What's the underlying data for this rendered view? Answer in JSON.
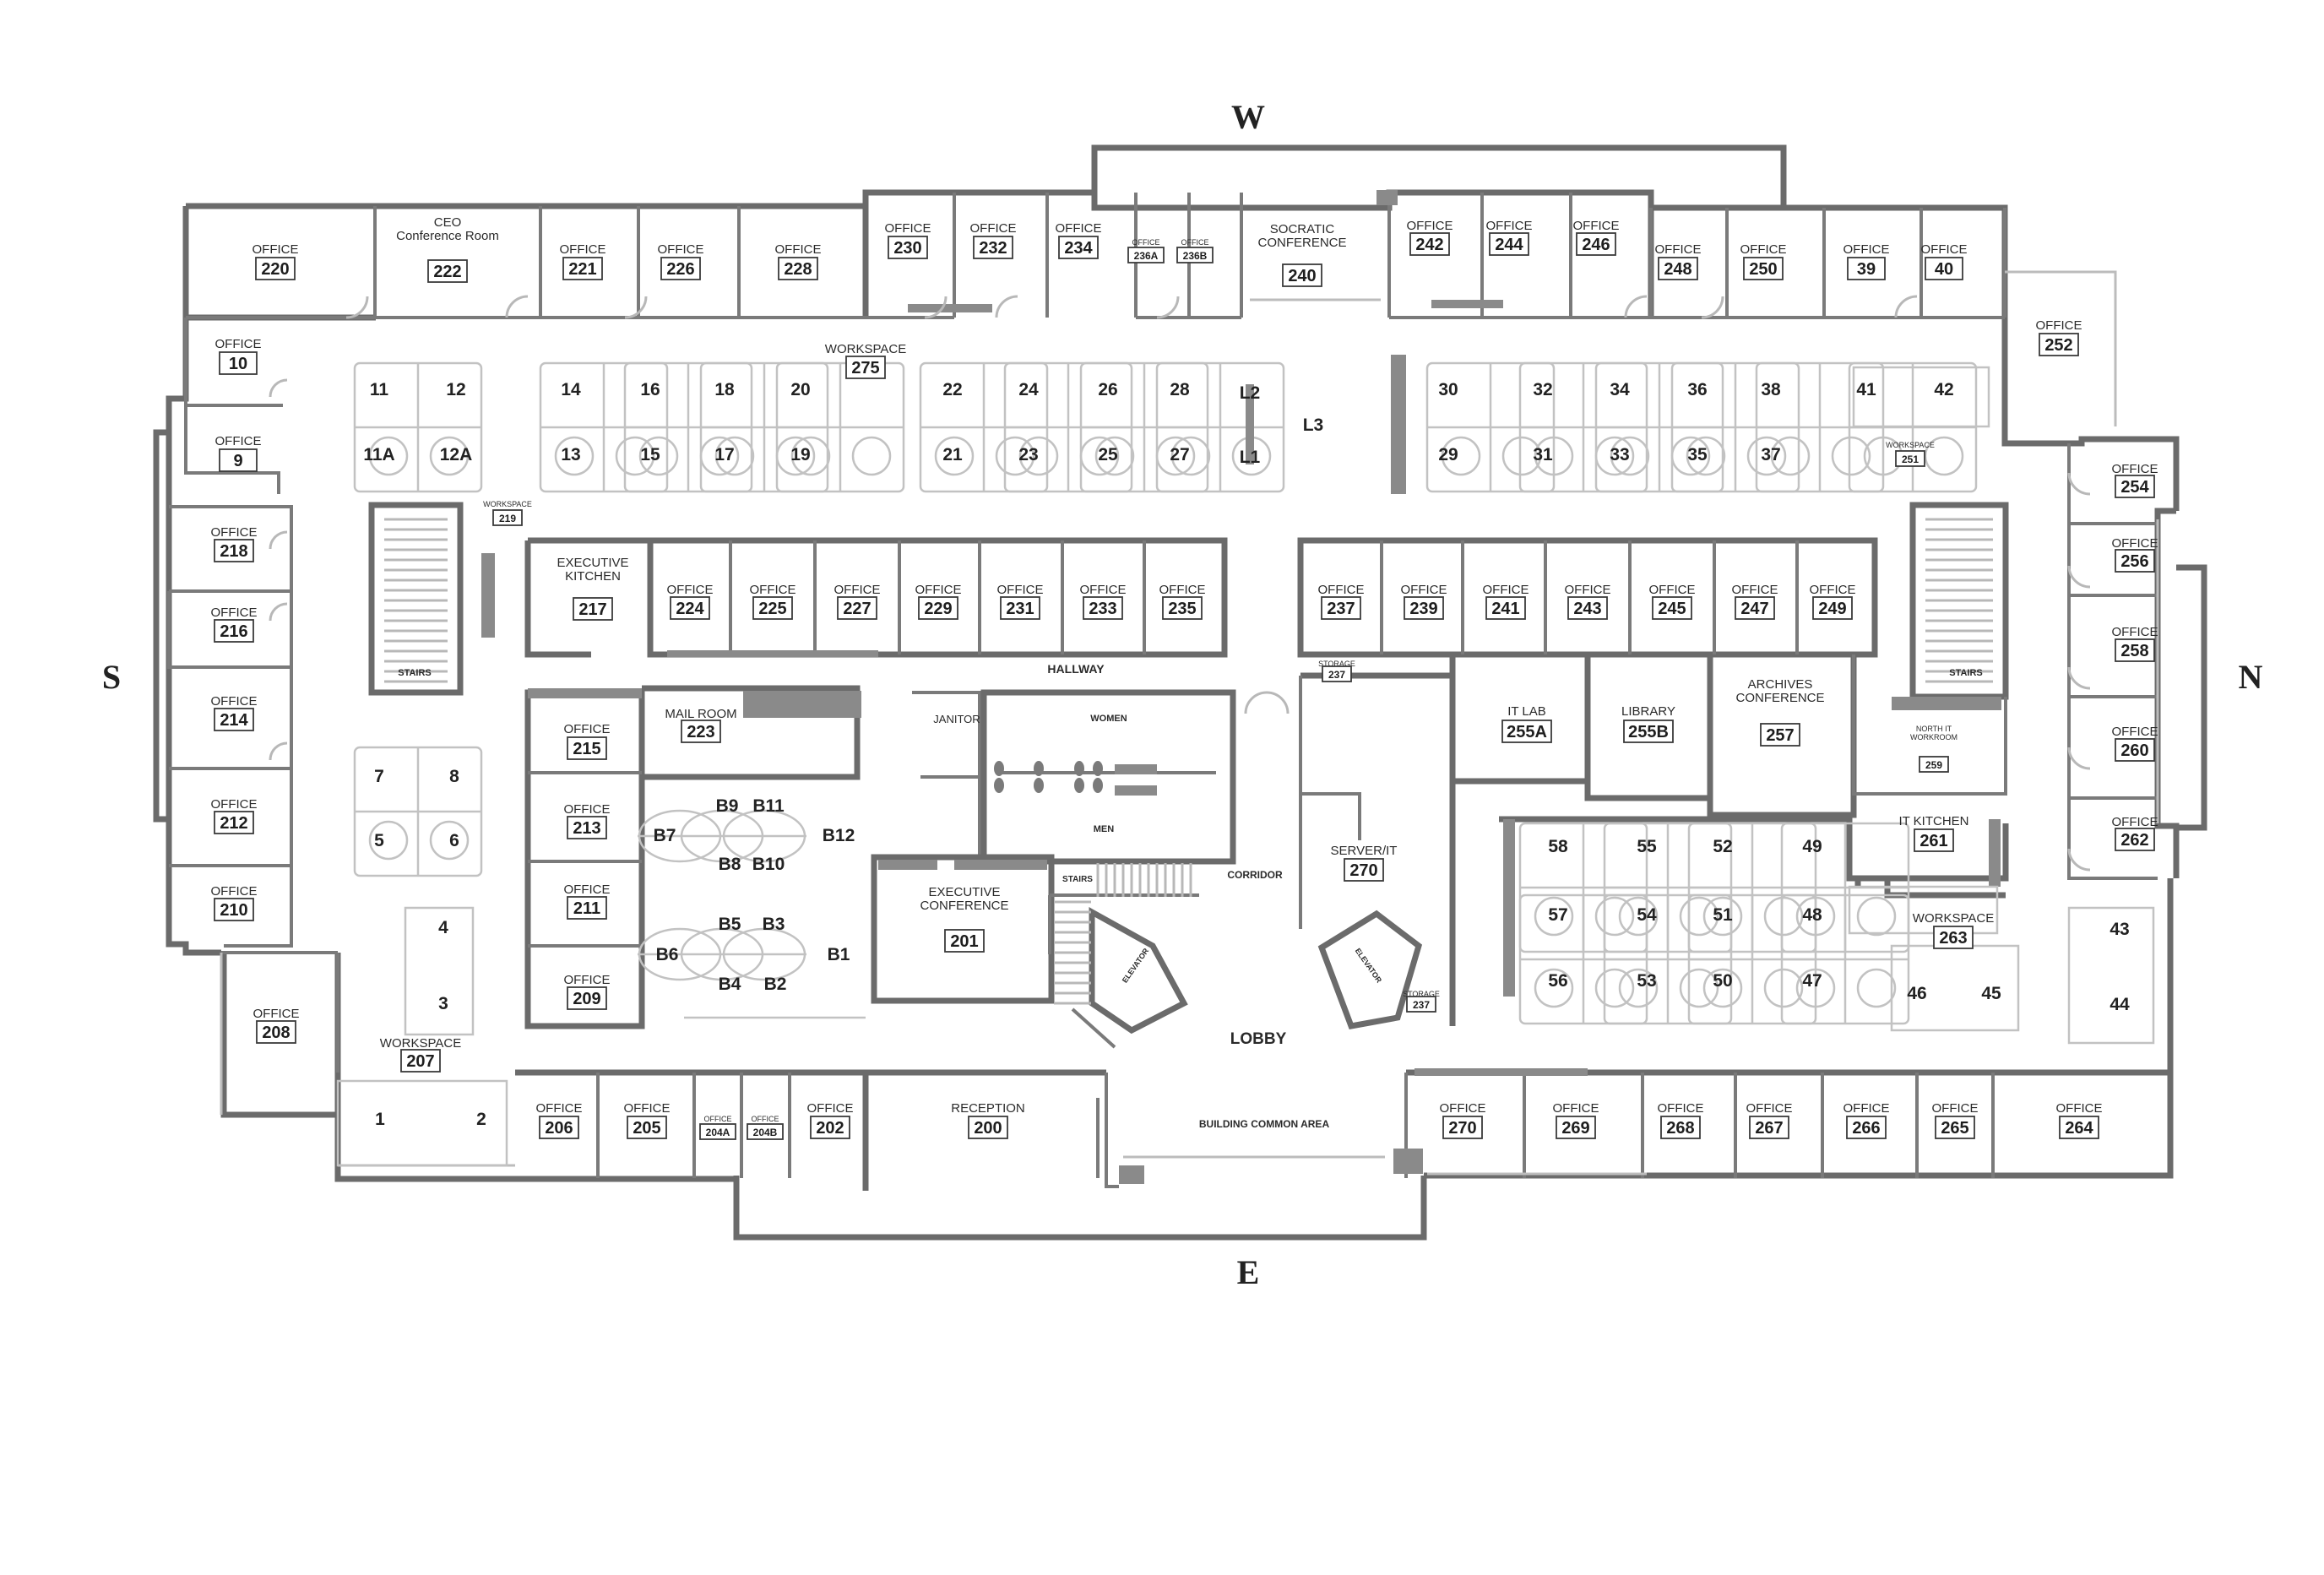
{
  "compass": {
    "west": "W",
    "east": "E",
    "south": "S",
    "north": "N"
  },
  "rooms": [
    {
      "label": "OFFICE",
      "number": "220"
    },
    {
      "label": "CEO\nConference Room",
      "number": "222"
    },
    {
      "label": "OFFICE",
      "number": "221"
    },
    {
      "label": "OFFICE",
      "number": "226"
    },
    {
      "label": "OFFICE",
      "number": "228"
    },
    {
      "label": "OFFICE",
      "number": "230"
    },
    {
      "label": "OFFICE",
      "number": "232"
    },
    {
      "label": "OFFICE",
      "number": "234"
    },
    {
      "label": "OFFICE",
      "number": "236A"
    },
    {
      "label": "OFFICE",
      "number": "236B"
    },
    {
      "label": "SOCRATIC\nCONFERENCE",
      "number": "240"
    },
    {
      "label": "OFFICE",
      "number": "242"
    },
    {
      "label": "OFFICE",
      "number": "244"
    },
    {
      "label": "OFFICE",
      "number": "246"
    },
    {
      "label": "OFFICE",
      "number": "248"
    },
    {
      "label": "OFFICE",
      "number": "250"
    },
    {
      "label": "OFFICE",
      "number": "39"
    },
    {
      "label": "OFFICE",
      "number": "40"
    },
    {
      "label": "OFFICE",
      "number": "252"
    },
    {
      "label": "OFFICE",
      "number": "10"
    },
    {
      "label": "OFFICE",
      "number": "9"
    },
    {
      "label": "WORKSPACE",
      "number": "275"
    },
    {
      "label": "WORKSPACE",
      "number": "251"
    },
    {
      "label": "WORKSPACE",
      "number": "219"
    },
    {
      "label": "OFFICE",
      "number": "254"
    },
    {
      "label": "OFFICE",
      "number": "256"
    },
    {
      "label": "OFFICE",
      "number": "258"
    },
    {
      "label": "OFFICE",
      "number": "260"
    },
    {
      "label": "OFFICE",
      "number": "262"
    },
    {
      "label": "OFFICE",
      "number": "218"
    },
    {
      "label": "OFFICE",
      "number": "216"
    },
    {
      "label": "OFFICE",
      "number": "214"
    },
    {
      "label": "OFFICE",
      "number": "212"
    },
    {
      "label": "OFFICE",
      "number": "210"
    },
    {
      "label": "OFFICE",
      "number": "208"
    },
    {
      "label": "EXECUTIVE\nKITCHEN",
      "number": "217"
    },
    {
      "label": "OFFICE",
      "number": "224"
    },
    {
      "label": "OFFICE",
      "number": "225"
    },
    {
      "label": "OFFICE",
      "number": "227"
    },
    {
      "label": "OFFICE",
      "number": "229"
    },
    {
      "label": "OFFICE",
      "number": "231"
    },
    {
      "label": "OFFICE",
      "number": "233"
    },
    {
      "label": "OFFICE",
      "number": "235"
    },
    {
      "label": "OFFICE",
      "number": "237"
    },
    {
      "label": "OFFICE",
      "number": "239"
    },
    {
      "label": "OFFICE",
      "number": "241"
    },
    {
      "label": "OFFICE",
      "number": "243"
    },
    {
      "label": "OFFICE",
      "number": "245"
    },
    {
      "label": "OFFICE",
      "number": "247"
    },
    {
      "label": "OFFICE",
      "number": "249"
    },
    {
      "label": "STORAGE",
      "number": "237"
    },
    {
      "label": "IT LAB",
      "number": "255A"
    },
    {
      "label": "LIBRARY",
      "number": "255B"
    },
    {
      "label": "ARCHIVES\nCONFERENCE",
      "number": "257"
    },
    {
      "label": "NORTH IT\nWORKROOM",
      "number": "259"
    },
    {
      "label": "IT KITCHEN",
      "number": "261"
    },
    {
      "label": "WORKSPACE",
      "number": "263"
    },
    {
      "label": "MAIL ROOM",
      "number": "223"
    },
    {
      "label": "OFFICE",
      "number": "215"
    },
    {
      "label": "OFFICE",
      "number": "213"
    },
    {
      "label": "OFFICE",
      "number": "211"
    },
    {
      "label": "OFFICE",
      "number": "209"
    },
    {
      "label": "EXECUTIVE\nCONFERENCE",
      "number": "201"
    },
    {
      "label": "SERVER/IT",
      "number": "270"
    },
    {
      "label": "STORAGE",
      "number": "237"
    },
    {
      "label": "WORKSPACE",
      "number": "207"
    },
    {
      "label": "OFFICE",
      "number": "206"
    },
    {
      "label": "OFFICE",
      "number": "205"
    },
    {
      "label": "OFFICE",
      "number": "204A"
    },
    {
      "label": "OFFICE",
      "number": "204B"
    },
    {
      "label": "OFFICE",
      "number": "202"
    },
    {
      "label": "RECEPTION",
      "number": "200"
    },
    {
      "label": "OFFICE",
      "number": "270"
    },
    {
      "label": "OFFICE",
      "number": "269"
    },
    {
      "label": "OFFICE",
      "number": "268"
    },
    {
      "label": "OFFICE",
      "number": "267"
    },
    {
      "label": "OFFICE",
      "number": "266"
    },
    {
      "label": "OFFICE",
      "number": "265"
    },
    {
      "label": "OFFICE",
      "number": "264"
    }
  ],
  "workstations": [
    "11",
    "12",
    "11A",
    "12A",
    "14",
    "13",
    "16",
    "15",
    "18",
    "17",
    "20",
    "19",
    "22",
    "21",
    "24",
    "23",
    "26",
    "25",
    "28",
    "27",
    "L2",
    "L3",
    "L1",
    "30",
    "29",
    "32",
    "31",
    "34",
    "33",
    "36",
    "35",
    "38",
    "37",
    "41",
    "42",
    "7",
    "8",
    "5",
    "6",
    "4",
    "3",
    "1",
    "2",
    "B9",
    "B11",
    "B7",
    "B12",
    "B8",
    "B10",
    "B5",
    "B3",
    "B6",
    "B1",
    "B4",
    "B2",
    "58",
    "55",
    "52",
    "49",
    "57",
    "54",
    "51",
    "48",
    "56",
    "53",
    "50",
    "47",
    "43",
    "44",
    "46",
    "45"
  ],
  "annotations": [
    "STAIRS",
    "STAIRS",
    "HALLWAY",
    "JANITOR",
    "WOMEN",
    "MEN",
    "STAIRS",
    "CORRIDOR",
    "ELEVATOR",
    "ELEVATOR",
    "LOBBY",
    "BUILDING COMMON AREA"
  ]
}
